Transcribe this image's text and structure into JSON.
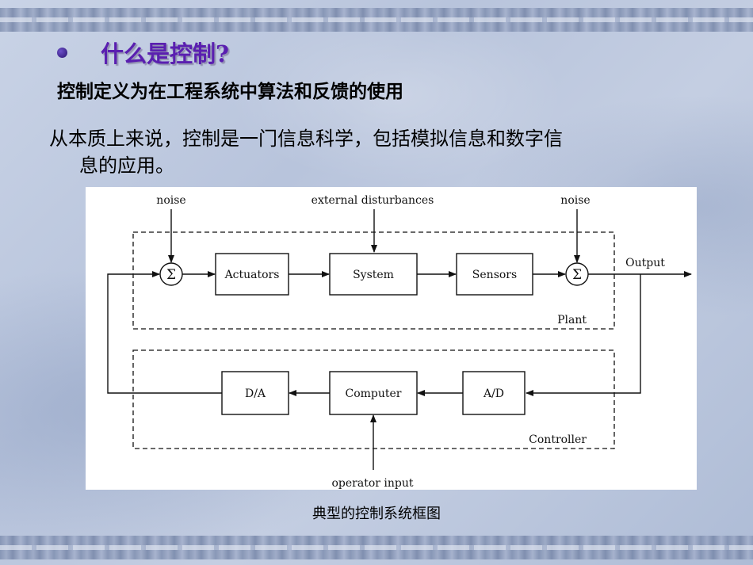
{
  "slide": {
    "title": "什么是控制?",
    "definition": "控制定义为在工程系统中算法和反馈的使用",
    "paragraph_line1": "从本质上来说，控制是一门信息科学，包括模拟信息和数字信",
    "paragraph_line2": "息的应用。",
    "caption": "典型的控制系统框图"
  },
  "diagram": {
    "noise_left": "noise",
    "external": "external disturbances",
    "noise_right": "noise",
    "sum_symbol": "Σ",
    "actuators": "Actuators",
    "system": "System",
    "sensors": "Sensors",
    "output": "Output",
    "plant": "Plant",
    "da": "D/A",
    "computer": "Computer",
    "ad": "A/D",
    "controller": "Controller",
    "operator": "operator input"
  }
}
